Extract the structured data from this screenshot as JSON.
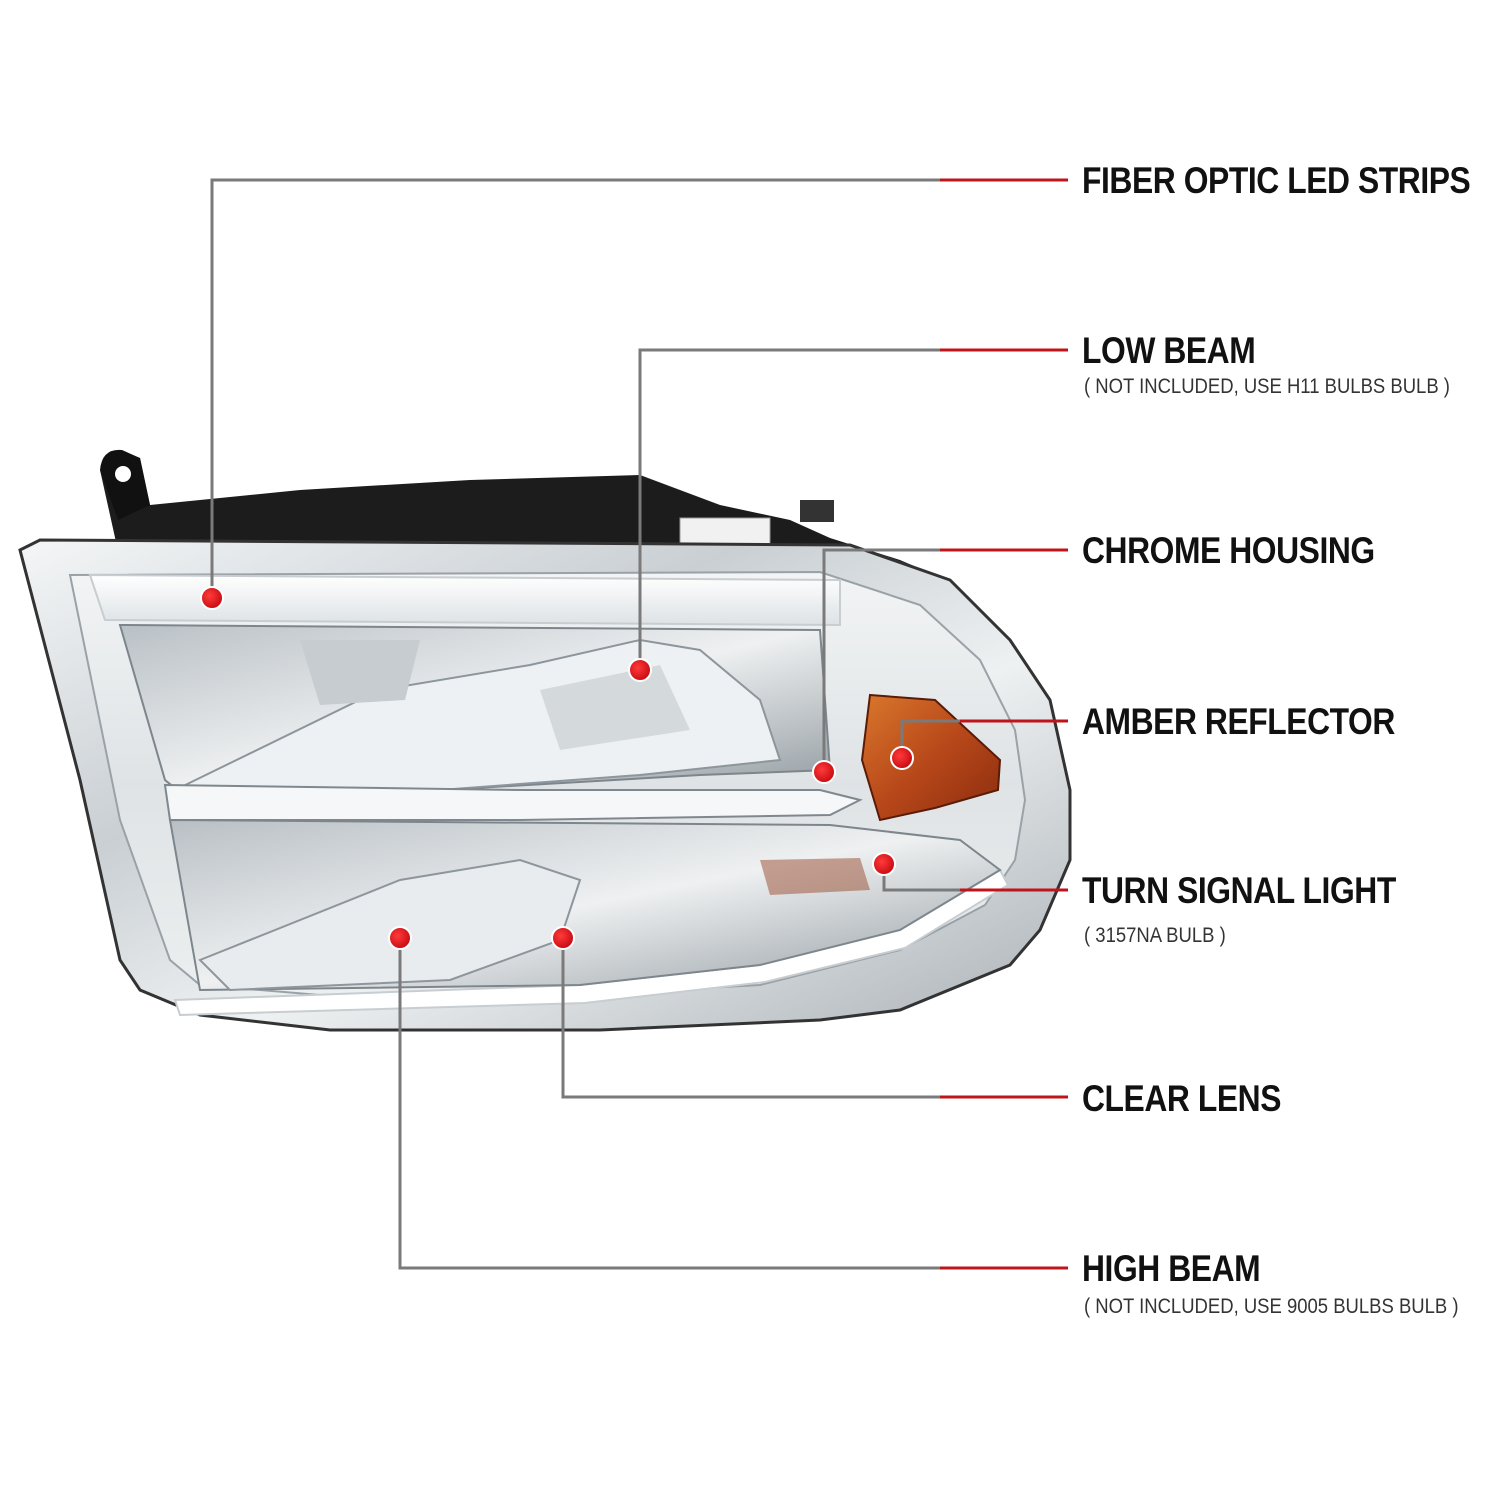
{
  "callouts": [
    {
      "id": "fiber",
      "title": "FIBER OPTIC LED STRIPS",
      "note": ""
    },
    {
      "id": "low",
      "title": "LOW BEAM",
      "note": "( NOT INCLUDED, USE H11 BULBS BULB )"
    },
    {
      "id": "chrome",
      "title": "CHROME HOUSING",
      "note": ""
    },
    {
      "id": "amber",
      "title": "AMBER REFLECTOR",
      "note": ""
    },
    {
      "id": "turn",
      "title": "TURN SIGNAL LIGHT",
      "note": "( 3157NA  BULB )"
    },
    {
      "id": "clear",
      "title": "CLEAR LENS",
      "note": ""
    },
    {
      "id": "high",
      "title": "HIGH BEAM",
      "note": "( NOT INCLUDED, USE 9005 BULBS BULB )"
    }
  ],
  "colors": {
    "leader_gray": "#7a7a7a",
    "leader_red": "#c0141b",
    "marker_red": "#e8141c",
    "amber": "#c0561c",
    "housing_dark": "#1a1a1a"
  }
}
